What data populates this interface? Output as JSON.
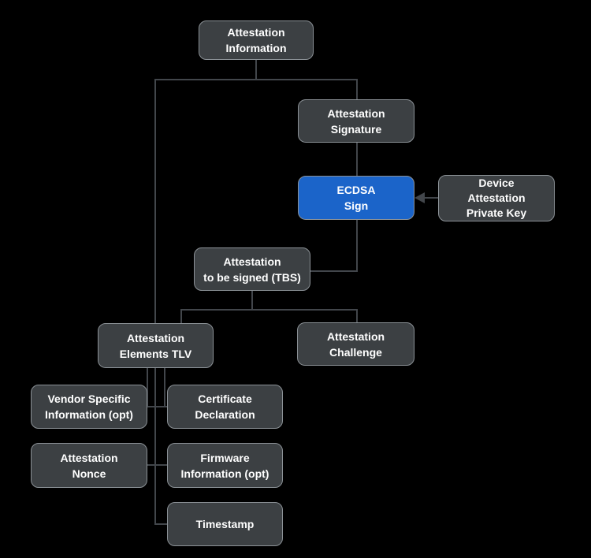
{
  "colors": {
    "background": "#000000",
    "node_fill": "#3c4043",
    "node_border": "#8b9196",
    "primary_fill": "#1b64c9",
    "connector": "#42464b",
    "text": "#ffffff"
  },
  "nodes": {
    "attestation_information": {
      "lines": [
        "Attestation",
        "Information"
      ]
    },
    "attestation_signature": {
      "lines": [
        "Attestation",
        "Signature"
      ]
    },
    "ecdsa_sign": {
      "lines": [
        "ECDSA",
        "Sign"
      ]
    },
    "device_attestation_private_key": {
      "lines": [
        "Device",
        "Attestation",
        "Private Key"
      ]
    },
    "attestation_tbs": {
      "lines": [
        "Attestation",
        "to be signed (TBS)"
      ]
    },
    "attestation_elements_tlv": {
      "lines": [
        "Attestation",
        "Elements TLV"
      ]
    },
    "attestation_challenge": {
      "lines": [
        "Attestation",
        "Challenge"
      ]
    },
    "vendor_specific_information": {
      "lines": [
        "Vendor Specific",
        "Information (opt)"
      ]
    },
    "certificate_declaration": {
      "lines": [
        "Certificate",
        "Declaration"
      ]
    },
    "attestation_nonce": {
      "lines": [
        "Attestation",
        "Nonce"
      ]
    },
    "firmware_information": {
      "lines": [
        "Firmware",
        "Information (opt)"
      ]
    },
    "timestamp": {
      "lines": [
        "Timestamp"
      ]
    }
  }
}
